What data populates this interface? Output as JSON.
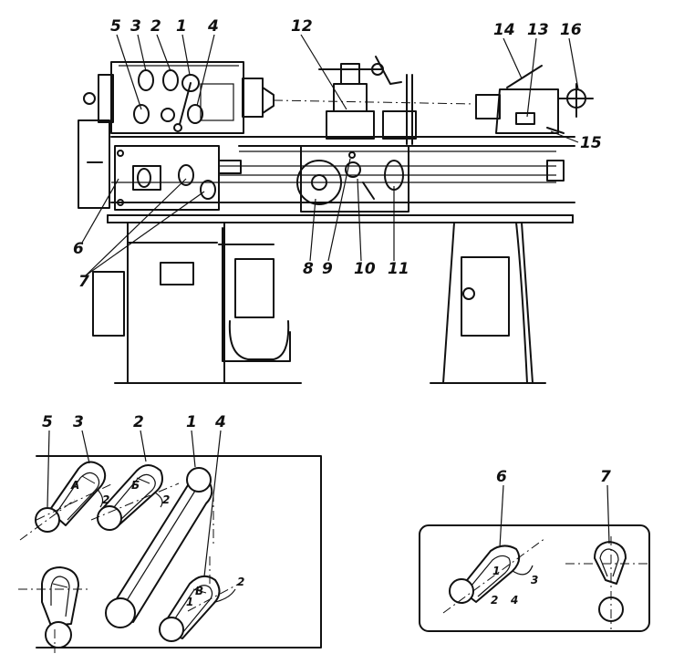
{
  "figure": {
    "lathe_callouts": [
      "5",
      "3",
      "2",
      "1",
      "4",
      "12",
      "14",
      "13",
      "16",
      "15",
      "6",
      "7",
      "8",
      "9",
      "10",
      "11"
    ],
    "left_panel_callouts": [
      "5",
      "3",
      "2",
      "1",
      "4"
    ],
    "left_panel_marks": {
      "a": "A",
      "b": "Б",
      "v": "В",
      "n1": "2",
      "n2": "2",
      "n3": "2",
      "n4": "1"
    },
    "right_panel_callouts": [
      "6",
      "7"
    ],
    "right_panel_marks": {
      "m1": "1",
      "m2": "2",
      "m3": "4",
      "m4": "3"
    }
  }
}
